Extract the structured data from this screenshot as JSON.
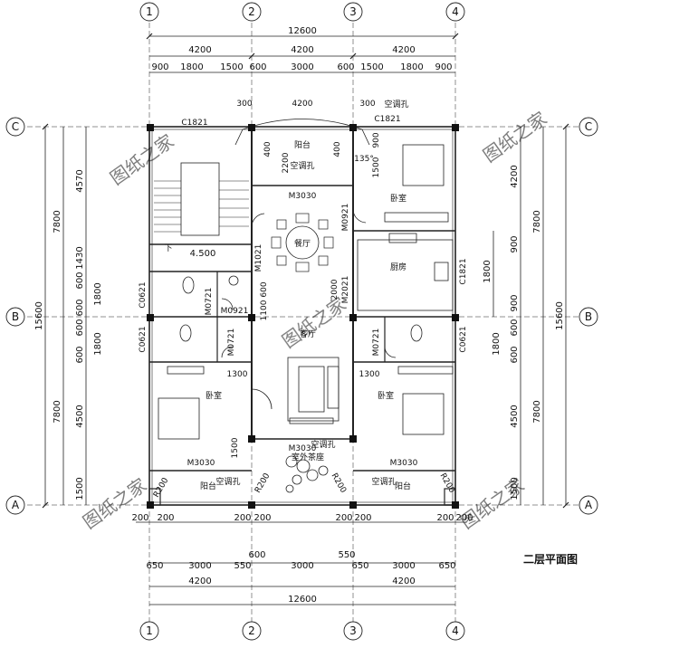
{
  "title": "二层平面图",
  "watermark": "图纸之家",
  "axes": {
    "columns": [
      "1",
      "2",
      "3",
      "4"
    ],
    "rows": [
      "C",
      "B",
      "A"
    ]
  },
  "dims": {
    "total_width": "12600",
    "bay": "4200",
    "top_segments": [
      "900",
      "1800",
      "1500",
      "600",
      "3000",
      "600",
      "1500",
      "1800",
      "900"
    ],
    "bottom_segments": [
      "650",
      "3000",
      "550",
      "600",
      "3000",
      "550",
      "650",
      "3000",
      "650"
    ],
    "total_depth": "15600",
    "half_depth": "7800",
    "left_upper": [
      "4570",
      "1430",
      "600",
      "1800",
      "600"
    ],
    "left_lower": [
      "600",
      "1800",
      "600",
      "4500",
      "1500"
    ],
    "right_upper": [
      "4200",
      "900",
      "1800",
      "900"
    ],
    "right_lower": [
      "600",
      "1800",
      "600",
      "4500",
      "1500"
    ],
    "pillars": [
      "200",
      "200"
    ],
    "misc": [
      "300",
      "300",
      "400",
      "400",
      "2200",
      "1500",
      "2000",
      "600",
      "1100",
      "1300",
      "1300",
      "1500",
      "135°",
      "900"
    ]
  },
  "rooms": {
    "balcony_top": "阳台",
    "ac_top": "空调孔",
    "ac_top2": "空调孔",
    "dining": "餐厅",
    "bedroom_ne": "卧室",
    "kitchen": "厨房",
    "living": "客厅",
    "bedroom_sw": "卧室",
    "bedroom_se": "卧室",
    "tea_room": "室外茶座",
    "balcony_sw": "阳台",
    "balcony_se": "阳台",
    "ac_sw": "空调孔",
    "ac_se": "空调孔",
    "ac_mid": "空调孔",
    "stair_down": "下",
    "level": "4.500"
  },
  "openings": {
    "c1821_tl": "C1821",
    "c1821_tr": "C1821",
    "m3030_top": "M3030",
    "m3030_bl": "M3030",
    "m3030_mid": "M3030",
    "m3030_br": "M3030",
    "m0921_l": "M0921",
    "m0921_r": "M0921",
    "m0721_a": "M0721",
    "m0721_b": "M0721",
    "m0721_c": "M0721",
    "m1021": "M1021",
    "m2021": "M2021",
    "c0621_a": "C0621",
    "c0621_b": "C0621",
    "c0621_c": "C0621",
    "c1821_r": "C1821",
    "r200_a": "R200",
    "r200_b": "R200",
    "r200_c": "R200",
    "r200_d": "R200"
  }
}
